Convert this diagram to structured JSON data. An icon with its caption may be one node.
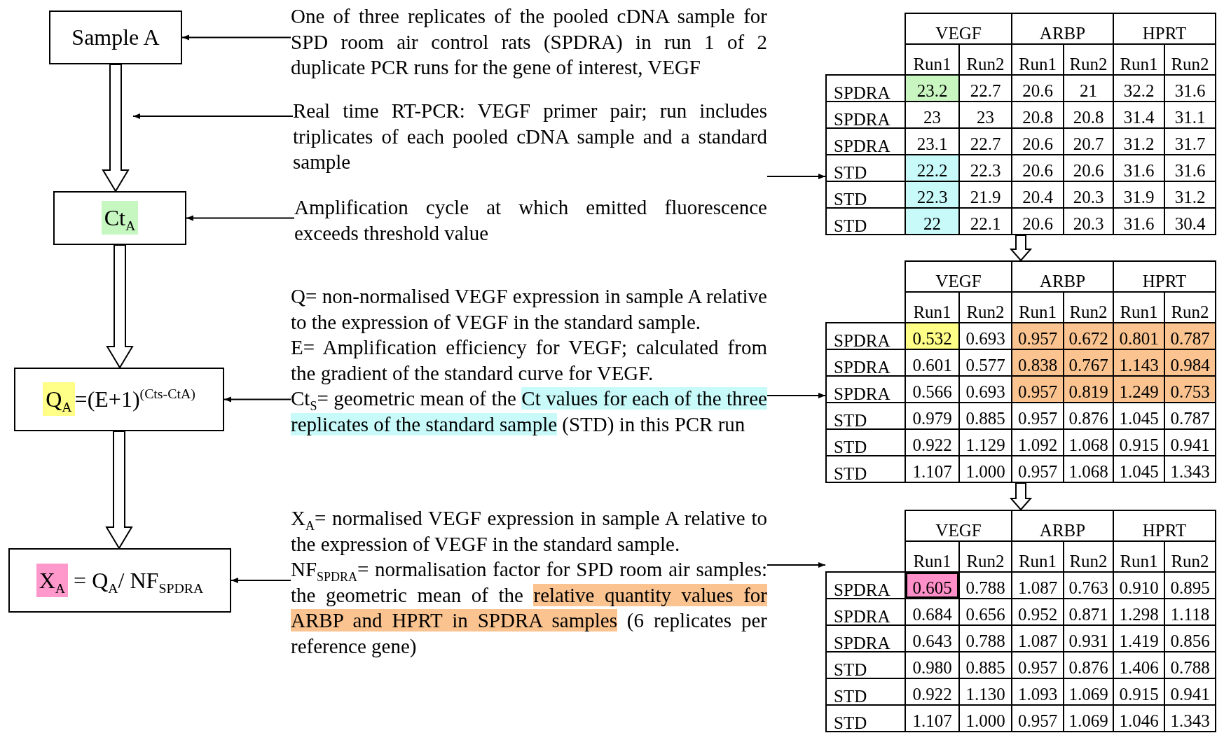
{
  "diagram": {
    "nodes": [
      {
        "text": [
          "Sample A"
        ]
      },
      {
        "text": [
          "Ct$_{A}$"
        ]
      },
      {
        "text": [
          "Q$_{A}$=(E+1)$^{(Cts-CtA)}$"
        ]
      },
      {
        "text": [
          "X$_{A}$ = Q$_{A}$/ NF$_{SPDRA}$"
        ]
      },
      {
        "text": [
          "One of three replicates of the pooled cDNA sample for SPD room air control rats (SPDRA) in run 1 of 2 duplicate PCR runs for the gene of interest, VEGF"
        ]
      },
      {
        "text": [
          "Real time RT-PCR: VEGF primer pair; run includes triplicates of each pooled cDNA sample and a standard sample"
        ]
      },
      {
        "text": [
          "Amplification cycle at which emitted fluorescence exceeds threshold value"
        ]
      },
      {
        "text": [
          "Q= non-normalised VEGF expression in sample A relative to the expression of VEGF in the standard sample.",
          "E= Amplification efficiency for VEGF; calculated from the gradient of the standard curve for VEGF.",
          "Ct$_{S}$= geometric mean of the Ct values for each of the three replicates of the standard sample (STD) in this PCR run"
        ]
      },
      {
        "text": [
          "X$_{A}$= normalised VEGF expression in sample A relative to the expression of VEGF in the standard sample.",
          "NF$_{SPDRA}$= normalisation factor for SPD room air samples: the geometric mean of the relative quantity values for ARBP and HPRT in SPDRA samples (6 replicates per reference gene)"
        ]
      },
      {
        "text": [
          "VEGF",
          "ARBP",
          "HPRT",
          "Run1",
          "Run2",
          "Run1",
          "Run2",
          "Run1",
          "Run2",
          "SPDRA",
          "23.2",
          "22.7",
          "20.6",
          "21",
          "32.2",
          "31.6",
          "SPDRA",
          "23",
          "23",
          "20.8",
          "20.8",
          "31.4",
          "31.1",
          "SPDRA",
          "23.1",
          "22.7",
          "20.6",
          "20.7",
          "31.2",
          "31.7",
          "STD",
          "22.2",
          "22.3",
          "20.6",
          "20.6",
          "31.6",
          "31.6",
          "STD",
          "22.3",
          "21.9",
          "20.4",
          "20.3",
          "31.9",
          "31.2",
          "STD",
          "22",
          "22.1",
          "20.6",
          "20.3",
          "31.6",
          "30.4"
        ]
      },
      {
        "text": [
          "VEGF",
          "ARBP",
          "HPRT",
          "Run1",
          "Run2",
          "Run1",
          "Run2",
          "Run1",
          "Run2",
          "SPDRA",
          "0.532",
          "0.693",
          "0.957",
          "0.672",
          "0.801",
          "0.787",
          "SPDRA",
          "0.601",
          "0.577",
          "0.838",
          "0.767",
          "1.143",
          "0.984",
          "SPDRA",
          "0.566",
          "0.693",
          "0.957",
          "0.819",
          "1.249",
          "0.753",
          "STD",
          "0.979",
          "0.885",
          "0.957",
          "0.876",
          "1.045",
          "0.787",
          "STD",
          "0.922",
          "1.129",
          "1.092",
          "1.068",
          "0.915",
          "0.941",
          "STD",
          "1.107",
          "1.000",
          "0.957",
          "1.068",
          "1.045",
          "1.343"
        ]
      },
      {
        "text": [
          "VEGF",
          "ARBP",
          "HPRT",
          "Run1",
          "Run2",
          "Run1",
          "Run2",
          "Run1",
          "Run2",
          "SPDRA",
          "0.605",
          "0.788",
          "1.087",
          "0.763",
          "0.910",
          "0.895",
          "SPDRA",
          "0.684",
          "0.656",
          "0.952",
          "0.871",
          "1.298",
          "1.118",
          "SPDRA",
          "0.643",
          "0.788",
          "1.087",
          "0.931",
          "1.419",
          "0.856",
          "STD",
          "0.980",
          "0.885",
          "0.957",
          "0.876",
          "1.406",
          "0.788",
          "STD",
          "0.922",
          "1.130",
          "1.093",
          "1.069",
          "0.915",
          "0.941",
          "STD",
          "1.107",
          "1.000",
          "0.957",
          "1.069",
          "1.046",
          "1.343"
        ]
      }
    ],
    "edges": [
      {
        "from": 0,
        "to": 1,
        "arrow": "to",
        "style": "thick"
      },
      {
        "from": 1,
        "to": 2,
        "arrow": "to",
        "style": "thick"
      },
      {
        "from": 2,
        "to": 3,
        "arrow": "to",
        "style": "thick"
      },
      {
        "from": 4,
        "to": 0,
        "arrow": "to"
      },
      {
        "from": 5,
        "to": null,
        "arrow": "to"
      },
      {
        "from": 6,
        "to": 1,
        "arrow": "to"
      },
      {
        "from": 7,
        "to": 2,
        "arrow": "to"
      },
      {
        "from": 8,
        "to": 3,
        "arrow": "to"
      },
      {
        "from": 6,
        "to": 9,
        "arrow": "to"
      },
      {
        "from": 7,
        "to": 10,
        "arrow": "to"
      },
      {
        "from": 8,
        "to": 11,
        "arrow": "to"
      },
      {
        "from": 9,
        "to": 10,
        "arrow": "to",
        "style": "thick"
      },
      {
        "from": 10,
        "to": 11,
        "arrow": "to",
        "style": "thick"
      }
    ]
  }
}
